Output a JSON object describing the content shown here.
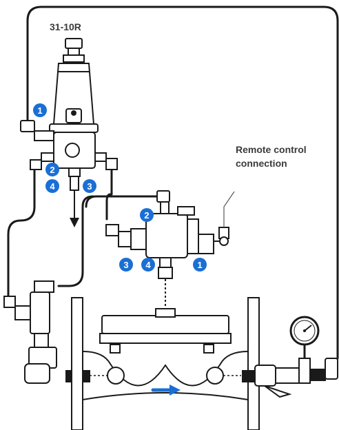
{
  "diagram": {
    "title": "31-10R",
    "remote_label_line1": "Remote control",
    "remote_label_line2": "connection",
    "colors": {
      "badge": "#1a6fd4",
      "arrow": "#1a6fd4",
      "line": "#1a1a1a"
    },
    "pilot_ports": {
      "p1": "1",
      "p2": "2",
      "p3": "3",
      "p4": "4"
    },
    "valve_ports": {
      "p1": "1",
      "p2": "2",
      "p3": "3",
      "p4": "4"
    },
    "icons": {
      "pressure_gauge": "pressure-gauge-icon",
      "flow_arrow": "flow-direction-arrow-icon",
      "drain_arrow": "drain-arrow-icon"
    }
  }
}
